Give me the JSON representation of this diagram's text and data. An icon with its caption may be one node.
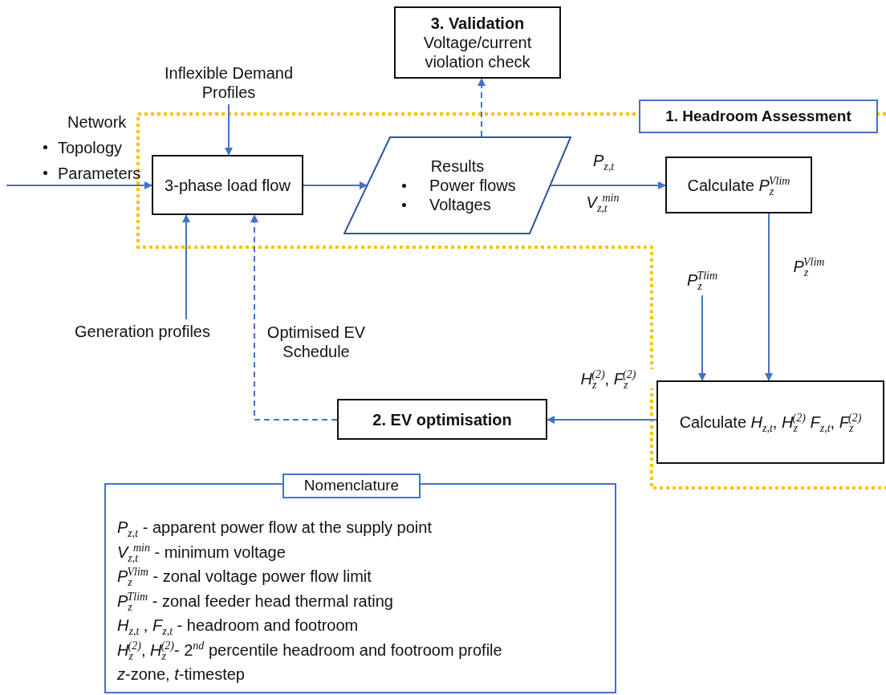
{
  "diagram": {
    "nodes": [
      {
        "text": [
          "3. Validation",
          "Voltage/current violation check"
        ]
      },
      {
        "text": [
          "Inflexible Demand Profiles"
        ]
      },
      {
        "text": [
          "1. Headroom Assessment"
        ]
      },
      {
        "text": [
          "3-phase load flow"
        ]
      },
      {
        "text": [
          "Results",
          "Power flows",
          "Voltages"
        ]
      },
      {
        "text": [
          "Calculate *P*$_{z}$$^{Vlim}$"
        ]
      },
      {
        "text": [
          "Generation profiles"
        ]
      },
      {
        "text": [
          "*P*$_{z}$$^{Tlim}$"
        ]
      },
      {
        "text": [
          "2. EV optimisation"
        ]
      },
      {
        "text": [
          "Calculate *H*$_{z,t}$, *H*$_{z}$$^{(2)}$ *F*$_{z,t}$, *F*$_{z}$$^{(2)}$"
        ]
      },
      {
        "text": [
          "Nomenclature",
          "*P*$_{z,t}$ - apparent power flow at the supply point",
          "*V*$_{z,t}$$^{min}$ - minimum  voltage",
          "*P*$_{z}$$^{Vlim}$ - zonal voltage power flow limit",
          "*P*$_{z}$$^{Tlim}$ - zonal feeder head thermal rating",
          "*H*$_{z,t}$ , *F*$_{z,t}$ - headroom and footroom",
          "*H*$_{z}$$^{(2)}$, *H*$_{z}$$^{(2)}$- 2$^{nd}$ percentile headroom and footroom profile",
          "*z*-zone, *t*-timestep"
        ]
      }
    ],
    "edges": [
      {
        "from": null,
        "to": 3,
        "arrow": "to"
      },
      {
        "from": 1,
        "to": 3,
        "arrow": "to"
      },
      {
        "from": 6,
        "to": 3,
        "arrow": "to"
      },
      {
        "from": 3,
        "to": 4,
        "arrow": "to"
      },
      {
        "from": 4,
        "to": 0,
        "arrow": "to",
        "style": "dashed"
      },
      {
        "from": 4,
        "to": 5,
        "arrow": "to",
        "label": "*P*$_{z,t}$"
      },
      {
        "from": 5,
        "to": 9,
        "arrow": "to",
        "label": "*P*$_{z}$$^{Vlim}$"
      },
      {
        "from": 7,
        "to": 9,
        "arrow": "to"
      },
      {
        "from": 9,
        "to": 8,
        "arrow": "to",
        "label": "*H*$_{z}$$^{(2)}$, *F*$_{z}$$^{(2)}$"
      },
      {
        "from": 8,
        "to": 3,
        "arrow": "to",
        "style": "dashed",
        "label": "Optimised EV Schedule"
      }
    ],
    "labels": [
      "Network",
      "Topology",
      "Parameters",
      "*V*$_{z,t}$$^{min}$"
    ]
  }
}
